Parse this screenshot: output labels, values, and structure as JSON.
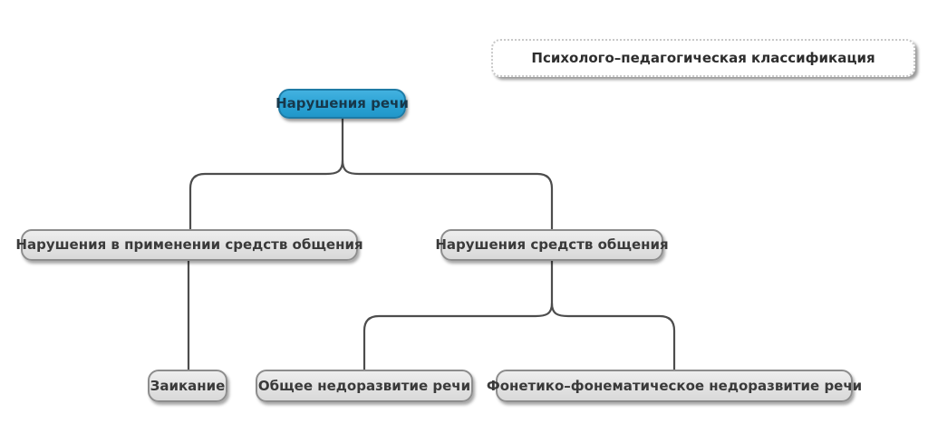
{
  "diagram": {
    "background": "#ffffff",
    "title_node": {
      "label": "Психолого–педагогическая классификация"
    },
    "nodes": {
      "root": {
        "label": "Нарушения речи"
      },
      "left_branch": {
        "label": "Нарушения в применении средств общения"
      },
      "right_branch": {
        "label": "Нарушения средств общения"
      },
      "stuttering": {
        "label": "Заикание"
      },
      "general_underdevelopment": {
        "label": "Общее недоразвитие речи"
      },
      "phonetic_phonemic": {
        "label": "Фонетико–фонематическое недоразвитие речи"
      }
    },
    "edges": [
      {
        "from": "root",
        "to": "left_branch"
      },
      {
        "from": "root",
        "to": "right_branch"
      },
      {
        "from": "left_branch",
        "to": "stuttering"
      },
      {
        "from": "right_branch",
        "to": "general_underdevelopment"
      },
      {
        "from": "right_branch",
        "to": "phonetic_phonemic"
      }
    ],
    "colors": {
      "root_fill": "#2aa2d4",
      "root_border": "#1e7ba6",
      "root_text": "#17384b",
      "node_fill": "#e2e2e2",
      "node_border": "#8d8d8d",
      "node_text": "#3a3a3a",
      "connector": "#4d4d4d",
      "title_border": "#c9c9c9"
    }
  }
}
